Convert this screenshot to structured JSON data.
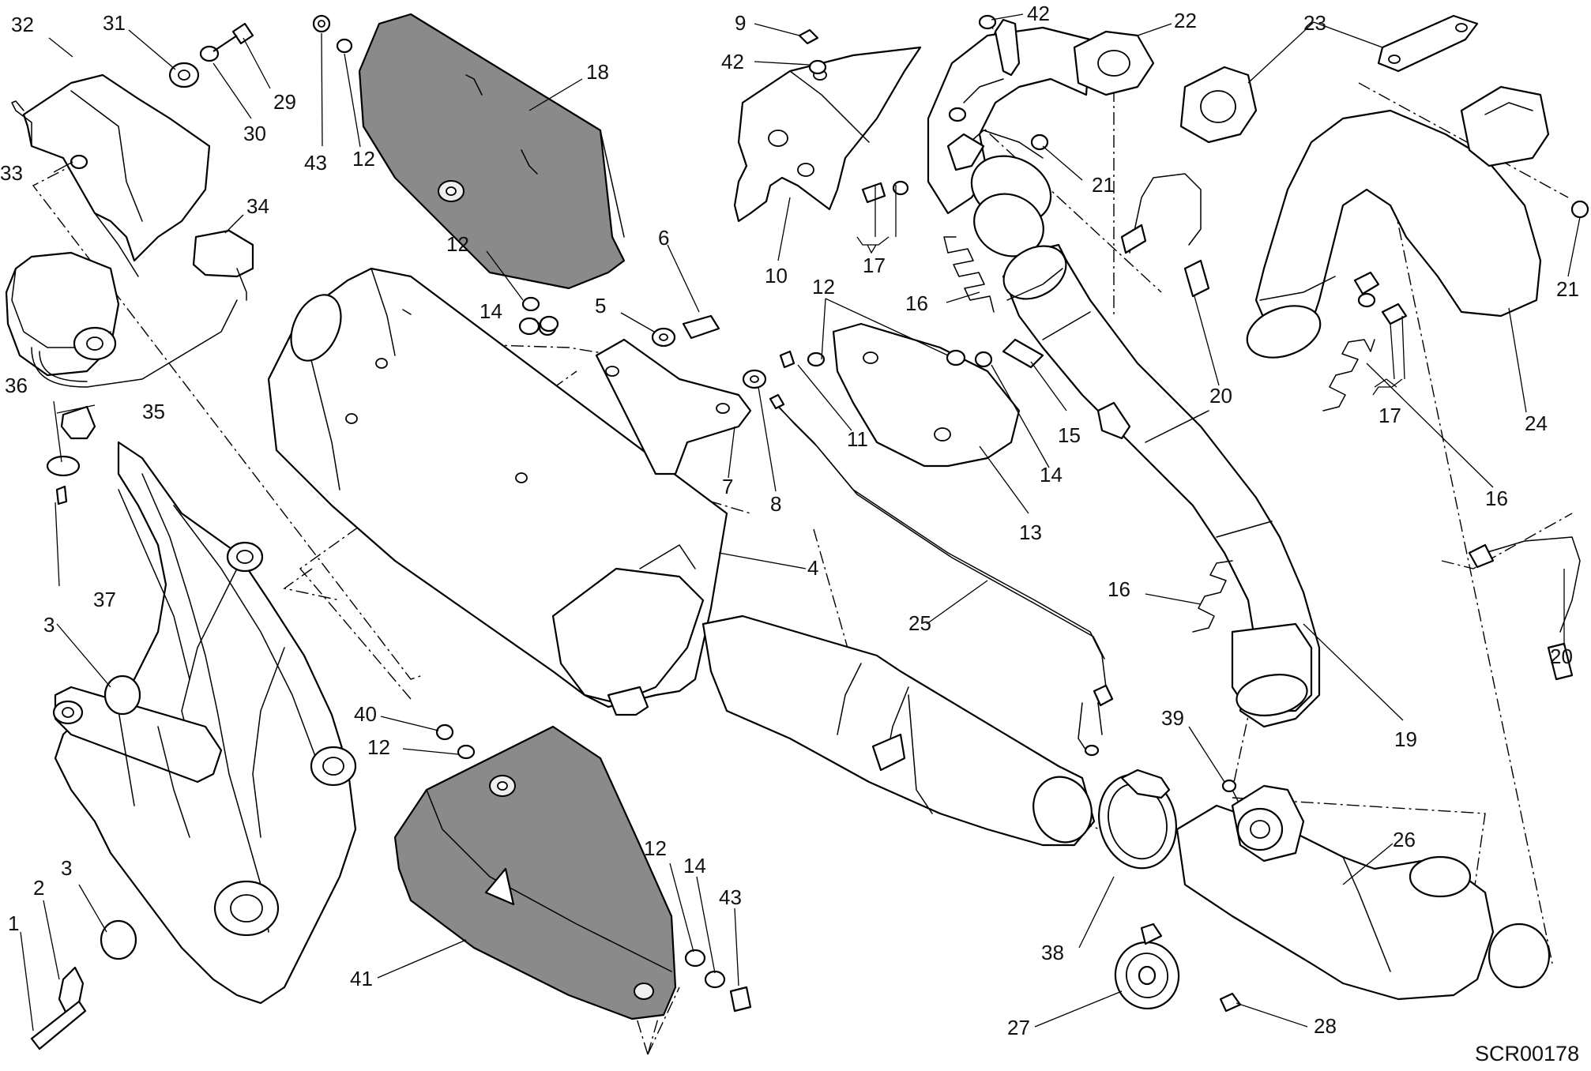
{
  "diagram": {
    "code": "SCR00178",
    "callouts": [
      {
        "id": "c32",
        "text": "32"
      },
      {
        "id": "c31",
        "text": "31"
      },
      {
        "id": "c29",
        "text": "29"
      },
      {
        "id": "c30",
        "text": "30"
      },
      {
        "id": "c33",
        "text": "33"
      },
      {
        "id": "c34",
        "text": "34"
      },
      {
        "id": "c43a",
        "text": "43"
      },
      {
        "id": "c12a",
        "text": "12"
      },
      {
        "id": "c18",
        "text": "18"
      },
      {
        "id": "c12b",
        "text": "12"
      },
      {
        "id": "c14a",
        "text": "14"
      },
      {
        "id": "c6",
        "text": "6"
      },
      {
        "id": "c5",
        "text": "5"
      },
      {
        "id": "c7",
        "text": "7"
      },
      {
        "id": "c8",
        "text": "8"
      },
      {
        "id": "c36",
        "text": "36"
      },
      {
        "id": "c35",
        "text": "35"
      },
      {
        "id": "c37",
        "text": "37"
      },
      {
        "id": "c3a",
        "text": "3"
      },
      {
        "id": "c3b",
        "text": "3"
      },
      {
        "id": "c2",
        "text": "2"
      },
      {
        "id": "c1",
        "text": "1"
      },
      {
        "id": "c40",
        "text": "40"
      },
      {
        "id": "c12c",
        "text": "12"
      },
      {
        "id": "c41",
        "text": "41"
      },
      {
        "id": "c12d",
        "text": "12"
      },
      {
        "id": "c14b",
        "text": "14"
      },
      {
        "id": "c43b",
        "text": "43"
      },
      {
        "id": "c4",
        "text": "4"
      },
      {
        "id": "c9",
        "text": "9"
      },
      {
        "id": "c42a",
        "text": "42"
      },
      {
        "id": "c42b",
        "text": "42"
      },
      {
        "id": "c22",
        "text": "22"
      },
      {
        "id": "c23",
        "text": "23"
      },
      {
        "id": "c10",
        "text": "10"
      },
      {
        "id": "c17a",
        "text": "17"
      },
      {
        "id": "c21a",
        "text": "21"
      },
      {
        "id": "c21b",
        "text": "21"
      },
      {
        "id": "c16a",
        "text": "16"
      },
      {
        "id": "c12e",
        "text": "12"
      },
      {
        "id": "c11",
        "text": "11"
      },
      {
        "id": "c14c",
        "text": "14"
      },
      {
        "id": "c15",
        "text": "15"
      },
      {
        "id": "c13",
        "text": "13"
      },
      {
        "id": "c20a",
        "text": "20"
      },
      {
        "id": "c24",
        "text": "24"
      },
      {
        "id": "c17b",
        "text": "17"
      },
      {
        "id": "c16b",
        "text": "16"
      },
      {
        "id": "c16c",
        "text": "16"
      },
      {
        "id": "c25",
        "text": "25"
      },
      {
        "id": "c19",
        "text": "19"
      },
      {
        "id": "c20b",
        "text": "20"
      },
      {
        "id": "c39",
        "text": "39"
      },
      {
        "id": "c26",
        "text": "26"
      },
      {
        "id": "c38",
        "text": "38"
      },
      {
        "id": "c27",
        "text": "27"
      },
      {
        "id": "c28",
        "text": "28"
      }
    ]
  }
}
